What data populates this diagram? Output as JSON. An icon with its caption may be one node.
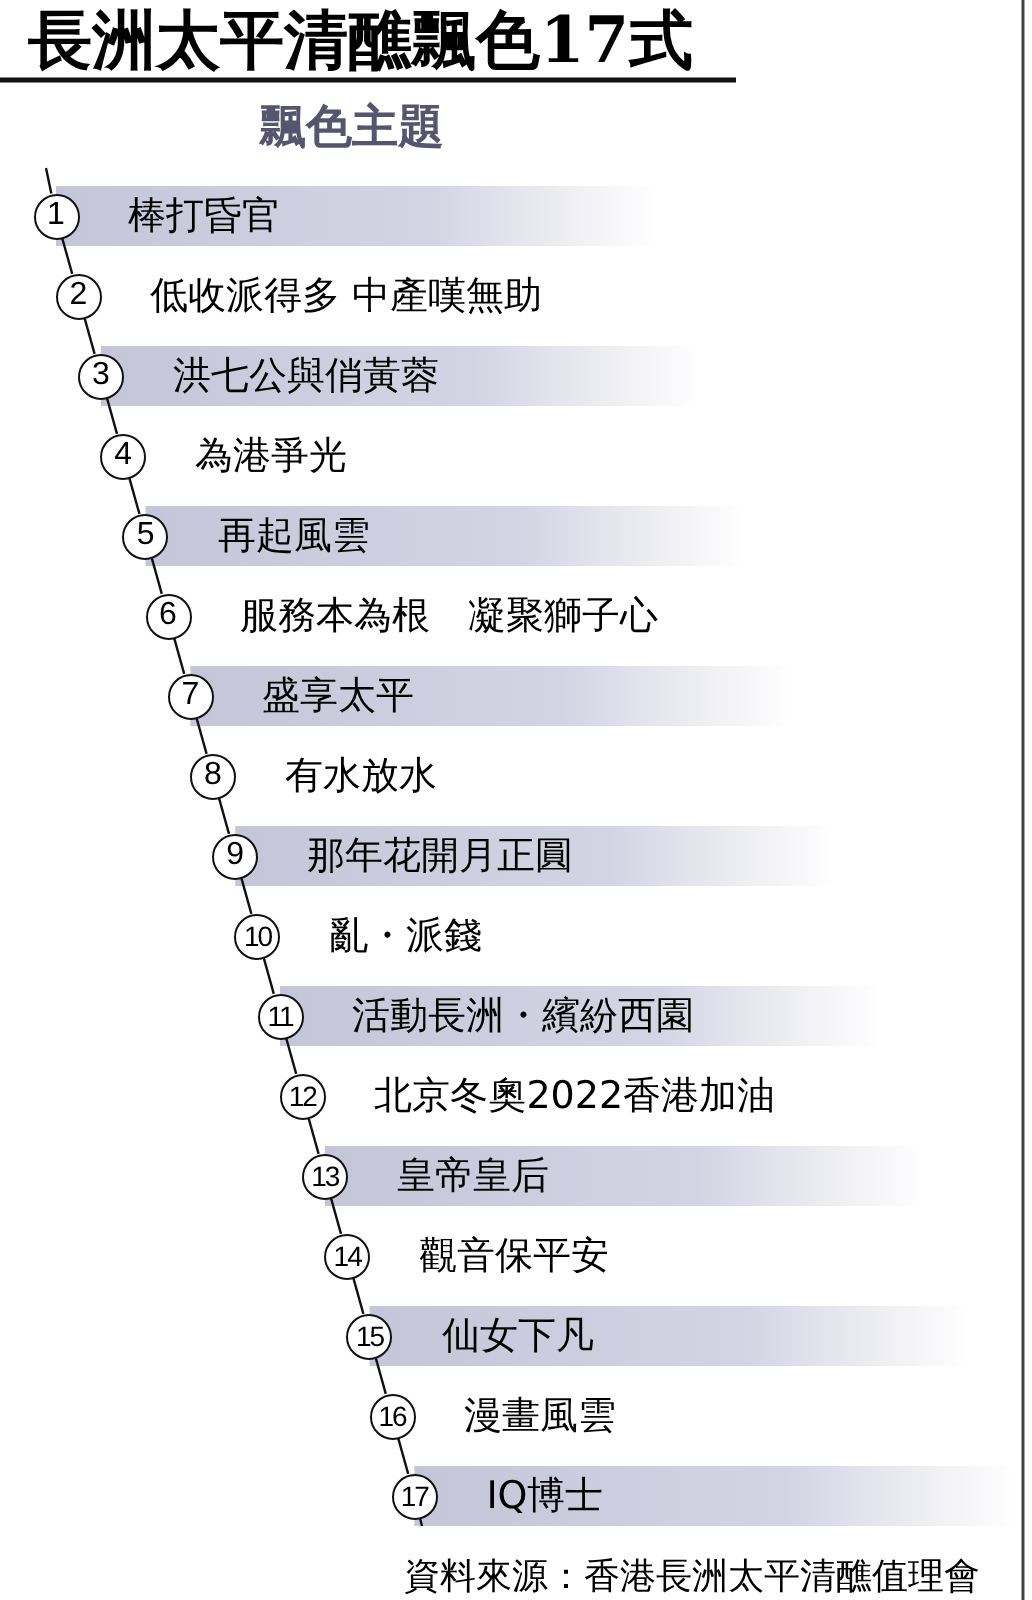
{
  "diagram": {
    "title": "長洲太平清醮飄色17式",
    "nodes": [
      {
        "text": [
          "1"
        ],
        "beside": [
          "棒打昏官"
        ]
      },
      {
        "text": [
          "2"
        ],
        "beside": [
          "低收派得多 中產嘆無助"
        ]
      },
      {
        "text": [
          "3"
        ],
        "beside": [
          "洪七公與俏黃蓉"
        ]
      },
      {
        "text": [
          "4"
        ],
        "beside": [
          "為港爭光"
        ]
      },
      {
        "text": [
          "5"
        ],
        "beside": [
          "再起風雲"
        ]
      },
      {
        "text": [
          "6"
        ],
        "beside": [
          "服務本為根　凝聚獅子心"
        ]
      },
      {
        "text": [
          "7"
        ],
        "beside": [
          "盛享太平"
        ]
      },
      {
        "text": [
          "8"
        ],
        "beside": [
          "有水放水"
        ]
      },
      {
        "text": [
          "9"
        ],
        "beside": [
          "那年花開月正圓"
        ]
      },
      {
        "text": [
          "10"
        ],
        "beside": [
          "亂・派錢"
        ]
      },
      {
        "text": [
          "11"
        ],
        "beside": [
          "活動長洲・繽紛西園"
        ]
      },
      {
        "text": [
          "12"
        ],
        "beside": [
          "北京冬奧2022香港加油"
        ]
      },
      {
        "text": [
          "13"
        ],
        "beside": [
          "皇帝皇后"
        ]
      },
      {
        "text": [
          "14"
        ],
        "beside": [
          "觀音保平安"
        ]
      },
      {
        "text": [
          "15"
        ],
        "beside": [
          "仙女下凡"
        ]
      },
      {
        "text": [
          "16"
        ],
        "beside": [
          "漫畫風雲"
        ]
      },
      {
        "text": [
          "17"
        ],
        "beside": [
          "IQ博士"
        ]
      }
    ],
    "edges": [
      {
        "from": null,
        "to": 0,
        "arrow": "none"
      },
      {
        "from": 0,
        "to": 1,
        "arrow": "none"
      },
      {
        "from": 1,
        "to": 2,
        "arrow": "none"
      },
      {
        "from": 2,
        "to": 3,
        "arrow": "none"
      },
      {
        "from": 3,
        "to": 4,
        "arrow": "none"
      },
      {
        "from": 4,
        "to": 5,
        "arrow": "none"
      },
      {
        "from": 5,
        "to": 6,
        "arrow": "none"
      },
      {
        "from": 6,
        "to": 7,
        "arrow": "none"
      },
      {
        "from": 7,
        "to": 8,
        "arrow": "none"
      },
      {
        "from": 8,
        "to": 9,
        "arrow": "none"
      },
      {
        "from": 9,
        "to": 10,
        "arrow": "none"
      },
      {
        "from": 10,
        "to": 11,
        "arrow": "none"
      },
      {
        "from": 11,
        "to": 12,
        "arrow": "none"
      },
      {
        "from": 12,
        "to": 13,
        "arrow": "none"
      },
      {
        "from": 13,
        "to": 14,
        "arrow": "none"
      },
      {
        "from": 14,
        "to": 15,
        "arrow": "none"
      },
      {
        "from": 15,
        "to": 16,
        "arrow": "none"
      },
      {
        "from": 16,
        "to": null,
        "arrow": "none"
      }
    ],
    "labels": [
      "飄色主題",
      "資料來源：香港長洲太平清醮值理會"
    ]
  }
}
